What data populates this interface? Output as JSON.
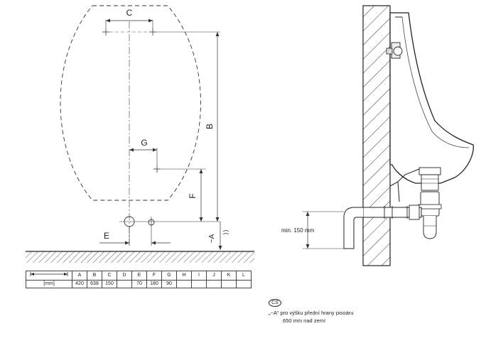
{
  "labels": {
    "dim_c": "C",
    "dim_b": "B",
    "dim_g": "G",
    "dim_f": "F",
    "dim_e": "E",
    "dim_a": "~A",
    "min_note": "min. 150 mm"
  },
  "table": {
    "unit": "[mm]",
    "headers": [
      "A",
      "B",
      "C",
      "D",
      "E",
      "F",
      "G",
      "H",
      "I",
      "J",
      "K",
      "L"
    ],
    "values": [
      "420",
      "638",
      "150",
      "",
      "70",
      "180",
      "90",
      "",
      "",
      "",
      "",
      ""
    ]
  },
  "footnote": {
    "lang": "CS",
    "line1": "„~A“ pro výšku přední hrany pisoáru",
    "line2": "650 mm nad zemí"
  }
}
